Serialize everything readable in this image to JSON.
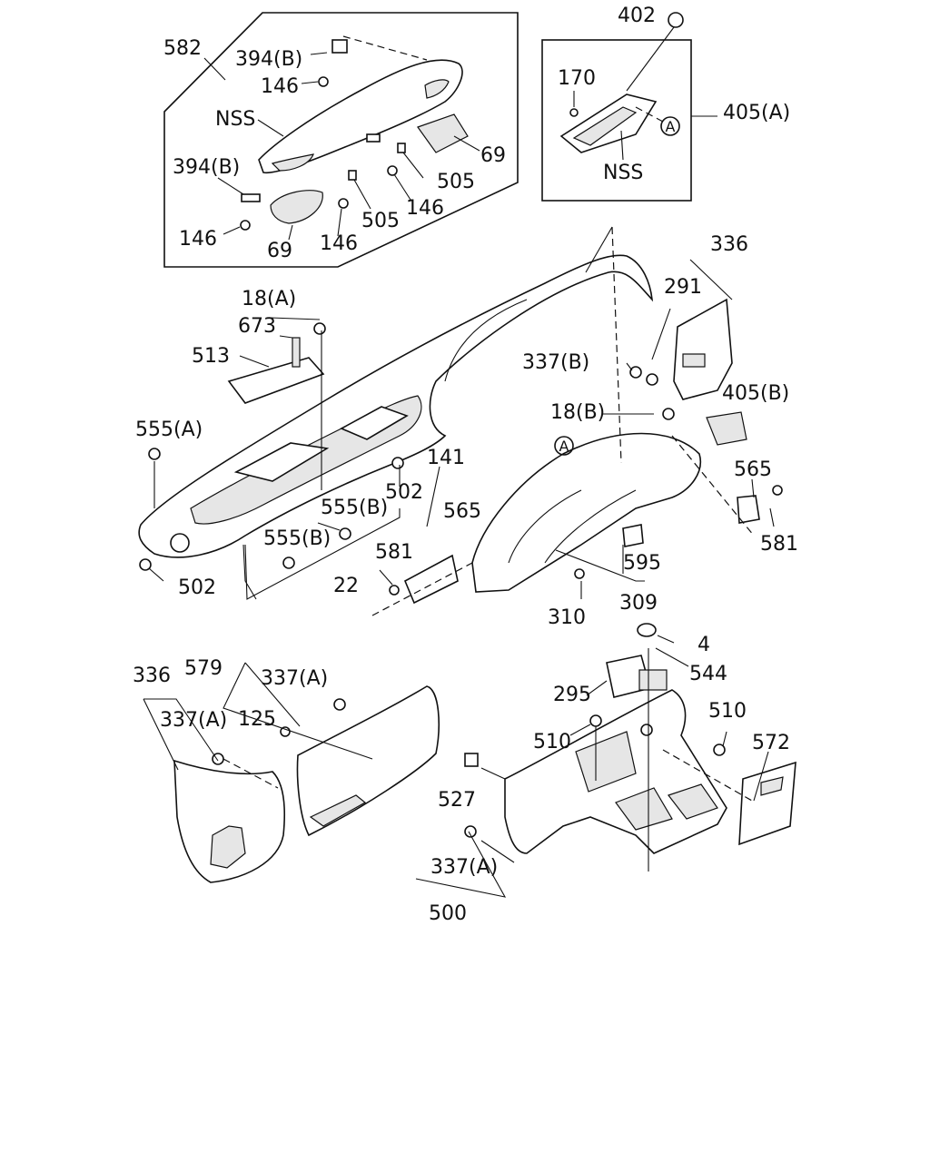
{
  "labels": {
    "l582": "582",
    "l394b_1": "394(B)",
    "l146_1": "146",
    "lnss_1": "NSS",
    "l394b_2": "394(B)",
    "l146_2": "146",
    "l69_1": "69",
    "l146_3": "146",
    "l505_1": "505",
    "l146_4": "146",
    "l505_2": "505",
    "l69_2": "69",
    "l402": "402",
    "l170": "170",
    "l405a": "405(A)",
    "lnss_2": "NSS",
    "l336_1": "336",
    "l291": "291",
    "l337b": "337(B)",
    "l405b": "405(B)",
    "l18a": "18(A)",
    "l673": "673",
    "l513": "513",
    "l555a": "555(A)",
    "l18b": "18(B)",
    "l141": "141",
    "l502_1": "502",
    "l555b_1": "555(B)",
    "l565_1": "565",
    "l565_2": "565",
    "l555b_2": "555(B)",
    "l581_1": "581",
    "l581_2": "581",
    "l595": "595",
    "l22": "22",
    "l502_2": "502",
    "l309": "309",
    "l310": "310",
    "l4": "4",
    "l544": "544",
    "l336_2": "336",
    "l579": "579",
    "l337a_1": "337(A)",
    "l295": "295",
    "l510_1": "510",
    "l337a_2": "337(A)",
    "l125": "125",
    "l510_2": "510",
    "l572": "572",
    "l527": "527",
    "l337a_3": "337(A)",
    "l500": "500"
  },
  "callouts": {
    "a1": "A",
    "a2": "A"
  }
}
